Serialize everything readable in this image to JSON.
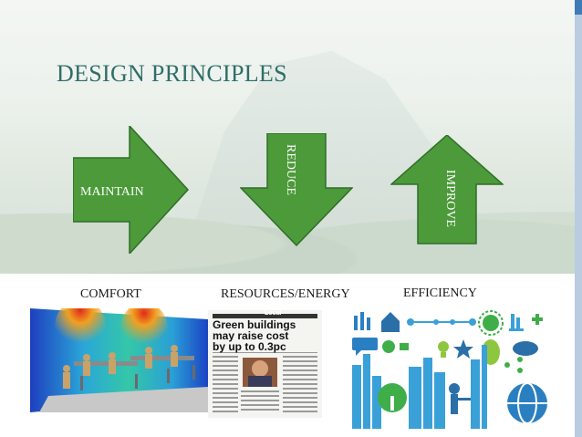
{
  "slide": {
    "title": "DESIGN PRINCIPLES"
  },
  "arrows": {
    "maintain": "MAINTAIN",
    "reduce": "REDUCE",
    "improve": "IMPROVE",
    "color": "#4c9a3a"
  },
  "captions": {
    "comfort": "COMFORT",
    "resources": "RESOURCES/ENERGY",
    "efficiency": "EFFICIENCY"
  },
  "newspaper": {
    "header": "Local",
    "headline_1": "Green buildings",
    "headline_2": "may raise cost",
    "headline_3": "by up to 0.3pc"
  }
}
